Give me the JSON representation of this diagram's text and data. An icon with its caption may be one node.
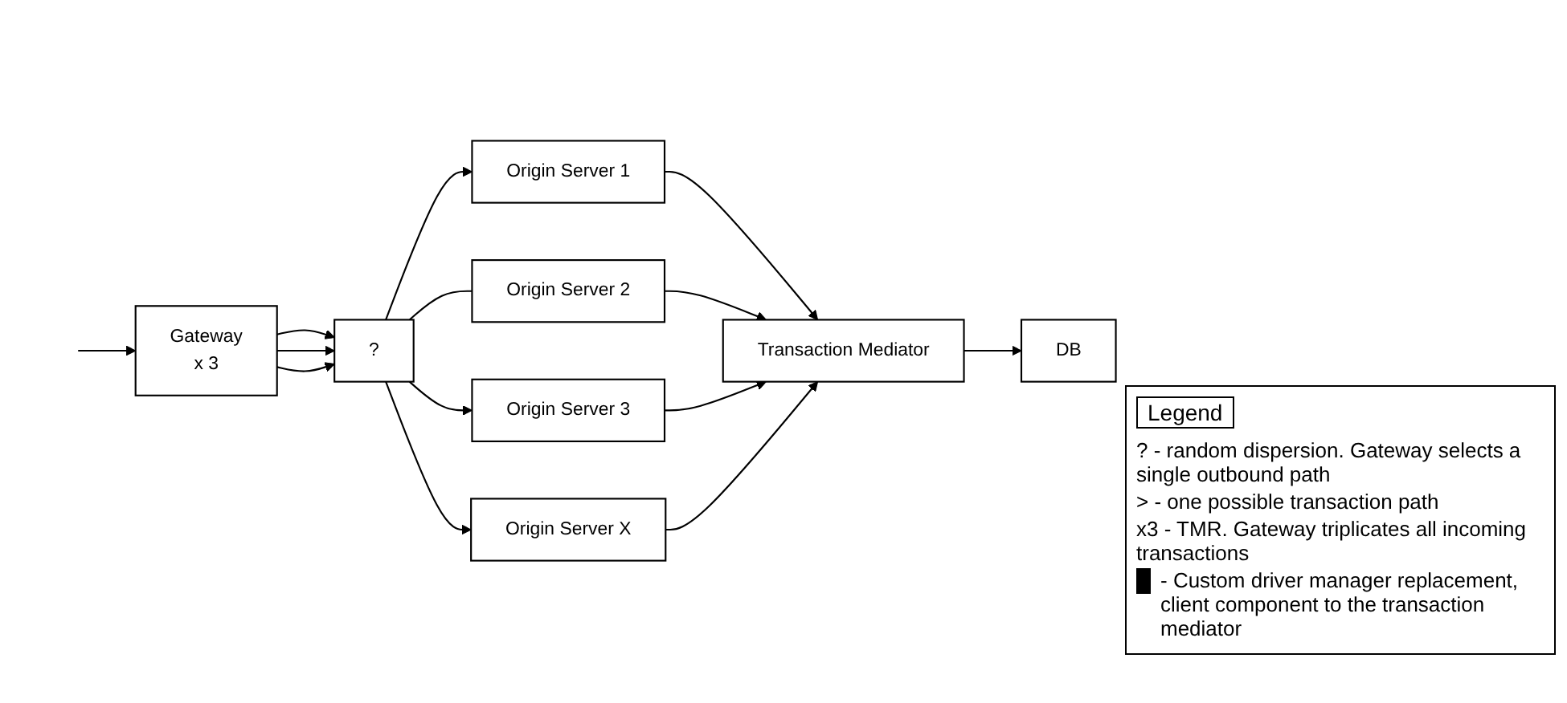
{
  "diagram": {
    "nodes": [
      {
        "text": [
          "Gateway",
          "x 3"
        ]
      },
      {
        "text": [
          "?"
        ]
      },
      {
        "text": [
          "Origin Server 1"
        ]
      },
      {
        "text": [
          "Origin Server 2"
        ]
      },
      {
        "text": [
          "Origin Server 3"
        ]
      },
      {
        "text": [
          "Origin Server X"
        ]
      },
      {
        "text": [
          "Transaction Mediator"
        ]
      },
      {
        "text": [
          "DB"
        ]
      }
    ],
    "edges": [
      {
        "from": null,
        "to": 0,
        "arrow": "to"
      },
      {
        "from": 0,
        "to": 1,
        "arrow": "to"
      },
      {
        "from": 0,
        "to": 1,
        "arrow": "to"
      },
      {
        "from": 0,
        "to": 1,
        "arrow": "to"
      },
      {
        "from": 1,
        "to": 2,
        "arrow": "to"
      },
      {
        "from": 1,
        "to": 3,
        "arrow": "none"
      },
      {
        "from": 1,
        "to": 4,
        "arrow": "to"
      },
      {
        "from": 1,
        "to": 5,
        "arrow": "to"
      },
      {
        "from": 2,
        "to": 6,
        "arrow": "to"
      },
      {
        "from": 3,
        "to": 6,
        "arrow": "to"
      },
      {
        "from": 4,
        "to": 6,
        "arrow": "to"
      },
      {
        "from": 5,
        "to": 6,
        "arrow": "to"
      },
      {
        "from": 6,
        "to": 7,
        "arrow": "to"
      }
    ],
    "labels": [
      "Legend"
    ],
    "legend": [
      {
        "text": "? - random dispersion. Gateway selects a single outbound path"
      },
      {
        "text": "> - one possible transaction path"
      },
      {
        "text": "x3 - TMR. Gateway triplicates all incoming transactions"
      },
      {
        "text": "- Custom driver manager replacement, client component to the transaction mediator"
      }
    ]
  }
}
